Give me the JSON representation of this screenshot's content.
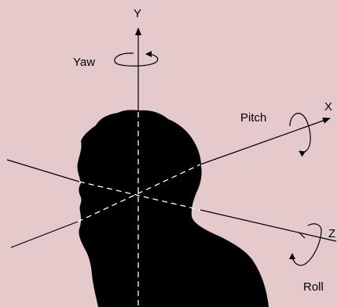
{
  "diagram": {
    "axes": [
      {
        "id": "y",
        "axis_label": "Y",
        "rotation_label": "Yaw"
      },
      {
        "id": "x",
        "axis_label": "X",
        "rotation_label": "Pitch"
      },
      {
        "id": "z",
        "axis_label": "Z",
        "rotation_label": "Roll"
      }
    ]
  },
  "colors": {
    "background": "#e5cacb",
    "silhouette": "#000000",
    "axis_line": "#000000",
    "hidden_axis": "#ffffff"
  }
}
